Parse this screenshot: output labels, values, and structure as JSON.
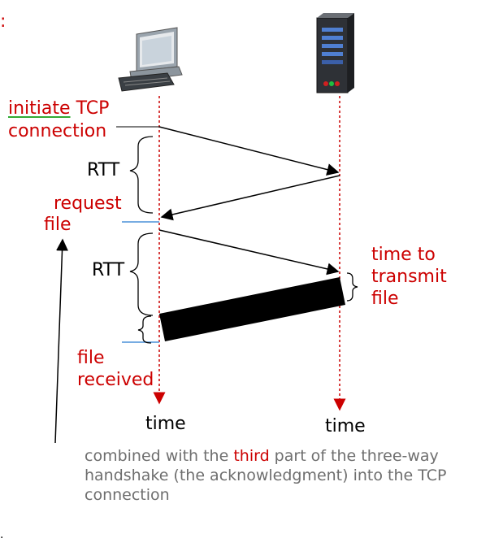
{
  "colors": {
    "client_timeline": "#cc0000",
    "server_timeline": "#cc0000",
    "annotation_text": "#cc0000",
    "note_text": "#6e6e6e",
    "tick_marks": "#4a90d9",
    "file_block": "#000000"
  },
  "icons": {
    "client": "desktop-computer-icon",
    "server": "server-tower-icon"
  },
  "labels": {
    "initiate": "initiate",
    "tcp_connection_1": "TCP",
    "tcp_connection_2": "connection",
    "rtt_1": "RTT",
    "rtt_2": "RTT",
    "request_1": "request",
    "request_2": "file",
    "time_to_transmit_1": "time to",
    "time_to_transmit_2": "transmit",
    "time_to_transmit_3": "file",
    "file_received_1": "file",
    "file_received_2": "received",
    "time_client": "time",
    "time_server": "time",
    "header_fragment": ":",
    "footer_fragment": ".",
    "note_before": "combined with the ",
    "note_highlight": "third",
    "note_after": " part of the three-way handshake (the acknowledgment) into the TCP connection"
  }
}
